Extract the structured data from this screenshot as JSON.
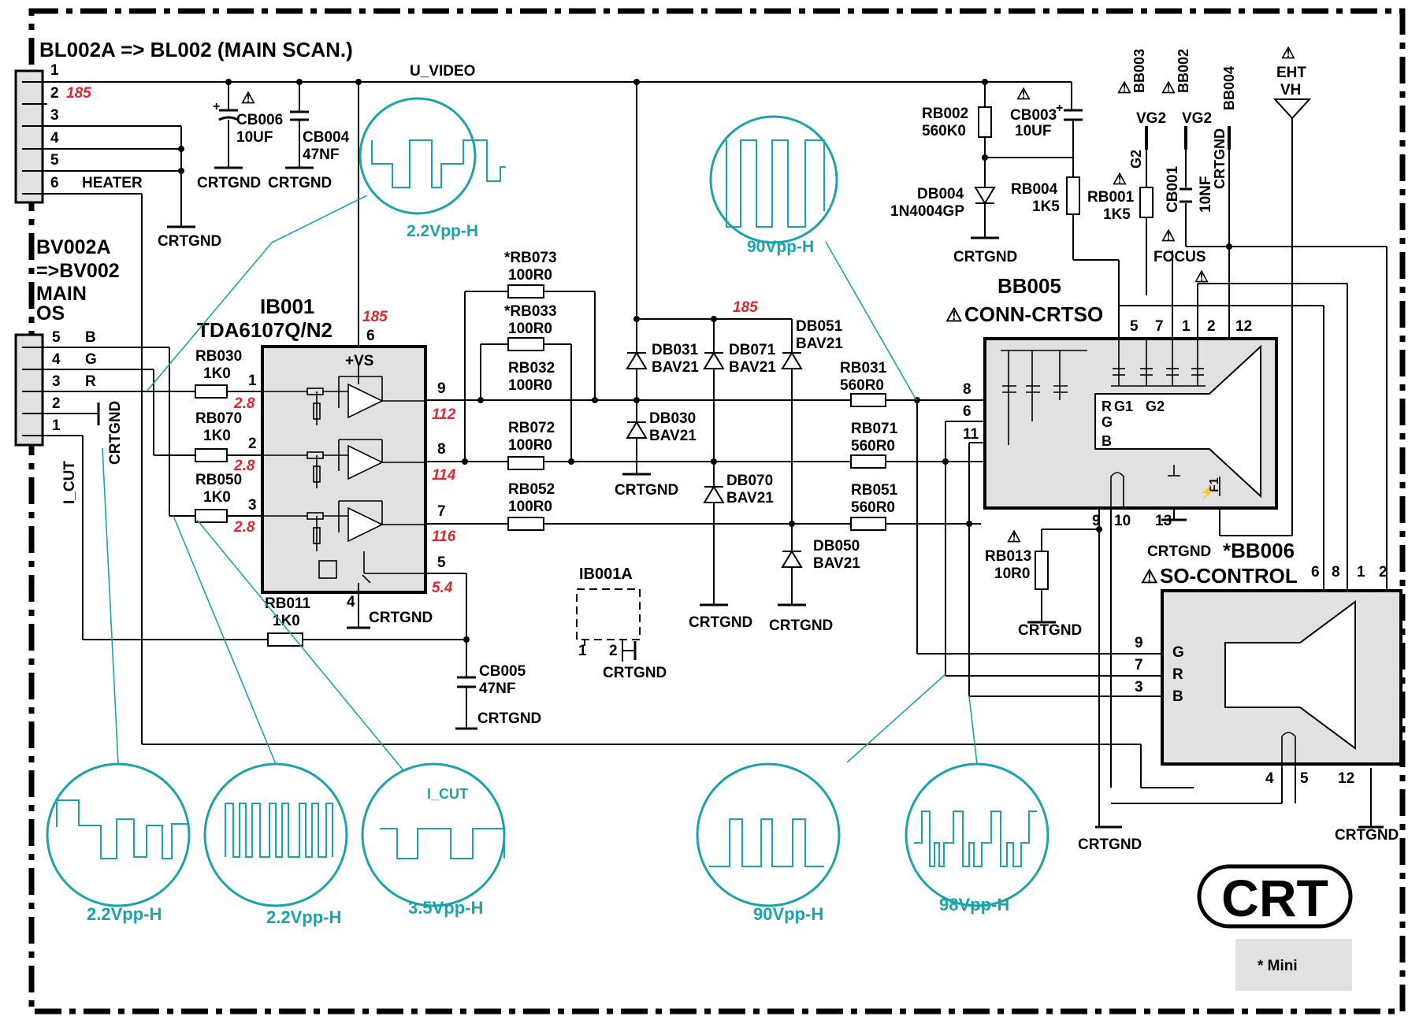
{
  "title": "BL002A => BL002 (MAIN SCAN.)",
  "mini_note": "* Mini",
  "crt_badge": "CRT",
  "connector_bl002": {
    "pins": [
      "1",
      "2",
      "3",
      "4",
      "5",
      "6"
    ],
    "pin2_value": "185",
    "heater": "HEATER"
  },
  "connector_bv002": {
    "title_lines": [
      "BV002A",
      "=>BV002",
      "MAIN",
      "OS"
    ],
    "pins": [
      "5",
      "4",
      "3",
      "2",
      "1"
    ],
    "signals": [
      "B",
      "G",
      "R"
    ],
    "crtgnd": "CRTGND",
    "i_cut": "I_CUT"
  },
  "net_u_video": "U_VIDEO",
  "ground_label": "CRTGND",
  "ic": {
    "ref": "IB001",
    "part": "TDA6107Q/N2",
    "vs_pin": "6",
    "vs_label": "+VS",
    "vs_value": "185",
    "gnd_pin": "4",
    "in_pins": [
      "1",
      "2",
      "3"
    ],
    "out_pins": [
      "9",
      "8",
      "7"
    ],
    "pin5": "5",
    "pin5_value": "5.4",
    "in_values": [
      "2.8",
      "2.8",
      "2.8"
    ],
    "out_values": [
      "112",
      "114",
      "116"
    ]
  },
  "ib001a": {
    "ref": "IB001A",
    "pins": [
      "1",
      "2"
    ]
  },
  "components": {
    "cb006": {
      "ref": "CB006",
      "value": "10UF"
    },
    "cb004": {
      "ref": "CB004",
      "value": "47NF"
    },
    "rb030": {
      "ref": "RB030",
      "value": "1K0"
    },
    "rb070": {
      "ref": "RB070",
      "value": "1K0"
    },
    "rb050": {
      "ref": "RB050",
      "value": "1K0"
    },
    "rb011": {
      "ref": "RB011",
      "value": "1K0"
    },
    "cb005": {
      "ref": "CB005",
      "value": "47NF"
    },
    "rb073": {
      "ref": "*RB073",
      "value": "100R0"
    },
    "rb033": {
      "ref": "*RB033",
      "value": "100R0"
    },
    "rb032": {
      "ref": "RB032",
      "value": "100R0"
    },
    "rb072": {
      "ref": "RB072",
      "value": "100R0"
    },
    "rb052": {
      "ref": "RB052",
      "value": "100R0"
    },
    "db031": {
      "ref": "DB031",
      "value": "BAV21"
    },
    "db071": {
      "ref": "DB071",
      "value": "BAV21"
    },
    "db051": {
      "ref": "DB051",
      "value": "BAV21"
    },
    "db030": {
      "ref": "DB030",
      "value": "BAV21"
    },
    "db070": {
      "ref": "DB070",
      "value": "BAV21"
    },
    "db050": {
      "ref": "DB050",
      "value": "BAV21"
    },
    "diode_bus_value": "185",
    "rb031": {
      "ref": "RB031",
      "value": "560R0"
    },
    "rb071": {
      "ref": "RB071",
      "value": "560R0"
    },
    "rb051": {
      "ref": "RB051",
      "value": "560R0"
    },
    "rb002": {
      "ref": "RB002",
      "value": "560K0"
    },
    "cb003": {
      "ref": "CB003",
      "value": "10UF"
    },
    "db004": {
      "ref": "DB004",
      "value": "1N4004GP"
    },
    "rb004": {
      "ref": "RB004",
      "value": "1K5"
    },
    "rb001": {
      "ref": "RB001",
      "value": "1K5"
    },
    "cb001": {
      "ref": "CB001",
      "value": "10NF"
    },
    "rb013": {
      "ref": "RB013",
      "value": "10R0"
    }
  },
  "bb005": {
    "ref": "BB005",
    "name": "CONN-CRTSO",
    "top_pins": [
      "5",
      "7",
      "1",
      "2",
      "12"
    ],
    "left_pins": [
      "8",
      "6",
      "11"
    ],
    "bottom_pins": [
      "9",
      "10",
      "13"
    ],
    "inner": [
      "R",
      "G1",
      "G2",
      "G",
      "B"
    ],
    "f1": "F1"
  },
  "bb006": {
    "ref": "*BB006",
    "name": "SO-CONTROL",
    "top_pins": [
      "6",
      "8",
      "1",
      "2"
    ],
    "left_pins": [
      "9",
      "7",
      "3"
    ],
    "inner": [
      "G",
      "R",
      "B"
    ],
    "bottom_pins": [
      "4",
      "5",
      "12"
    ]
  },
  "top_connectors": {
    "bb003": "BB003",
    "bb002": "BB002",
    "bb004": "BB004",
    "vg2_a": "VG2",
    "vg2_b": "VG2",
    "g2": "G2",
    "crtgnd_v": "CRTGND",
    "focus": "FOCUS",
    "eht": "EHT",
    "vh": "VH"
  },
  "waveforms": {
    "top_left": "2.2Vpp-H",
    "top_mid": "90Vpp-H",
    "bottom": [
      {
        "label": "2.2Vpp-H"
      },
      {
        "label": "2.2Vpp-H"
      },
      {
        "label": "3.5Vpp-H",
        "title": "I_CUT"
      },
      {
        "label": "90Vpp-H"
      },
      {
        "label": "98Vpp-H"
      }
    ]
  },
  "colors": {
    "accent": "#1aa3a8",
    "voltage": "#e0262c",
    "ic_fill": "#e1e1e1"
  }
}
